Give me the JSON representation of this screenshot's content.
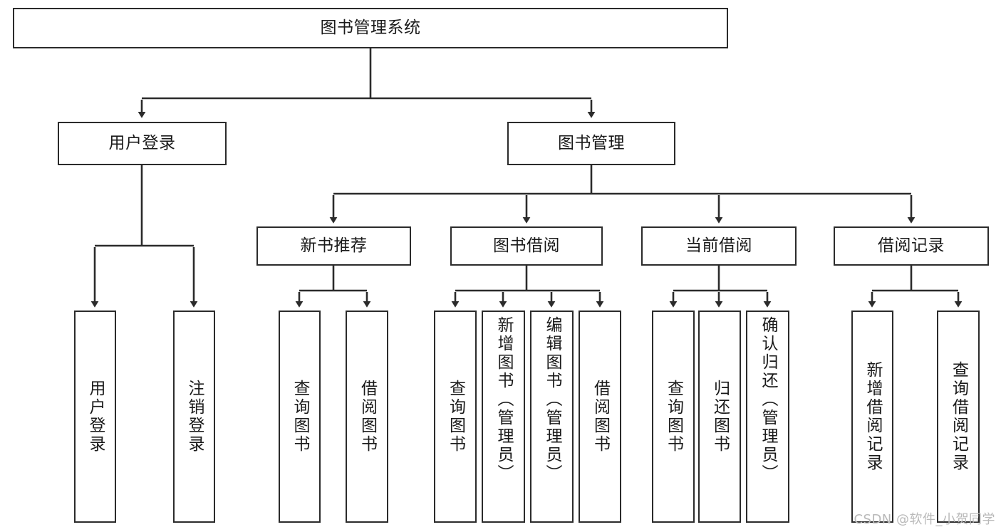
{
  "diagram": {
    "title": "图书管理系统",
    "type": "tree",
    "nodes": {
      "root": {
        "label": "图书管理系统"
      },
      "level2": [
        {
          "id": "user-login",
          "label": "用户登录"
        },
        {
          "id": "book-management",
          "label": "图书管理"
        }
      ],
      "level3": [
        {
          "id": "new-book-recommend",
          "label": "新书推荐"
        },
        {
          "id": "book-borrow",
          "label": "图书借阅"
        },
        {
          "id": "current-borrow",
          "label": "当前借阅"
        },
        {
          "id": "borrow-record",
          "label": "借阅记录"
        }
      ],
      "leaves": {
        "user_login": [
          {
            "id": "leaf-user-login",
            "label": "用户登录"
          },
          {
            "id": "leaf-logout",
            "label": "注销登录"
          }
        ],
        "new_book_recommend": [
          {
            "id": "leaf-query-book-1",
            "label": "查询图书"
          },
          {
            "id": "leaf-borrow-book-1",
            "label": "借阅图书"
          }
        ],
        "book_borrow": [
          {
            "id": "leaf-query-book-2",
            "label": "查询图书"
          },
          {
            "id": "leaf-add-book",
            "label": "新增图书（管理员）"
          },
          {
            "id": "leaf-edit-book",
            "label": "编辑图书（管理员）"
          },
          {
            "id": "leaf-borrow-book-2",
            "label": "借阅图书"
          }
        ],
        "current_borrow": [
          {
            "id": "leaf-query-book-3",
            "label": "查询图书"
          },
          {
            "id": "leaf-return-book",
            "label": "归还图书"
          },
          {
            "id": "leaf-confirm-return",
            "label": "确认归还（管理员）"
          }
        ],
        "borrow_record": [
          {
            "id": "leaf-add-record",
            "label": "新增借阅记录"
          },
          {
            "id": "leaf-query-record",
            "label": "查询借阅记录"
          }
        ]
      }
    },
    "colors": {
      "border": "#2b2b2b",
      "text": "#1a1a1a",
      "background": "#ffffff",
      "connector": "#2b2b2b",
      "watermark": "#b9b9b9"
    }
  },
  "watermark": {
    "text": "CSDN @软件_小贺同学"
  }
}
